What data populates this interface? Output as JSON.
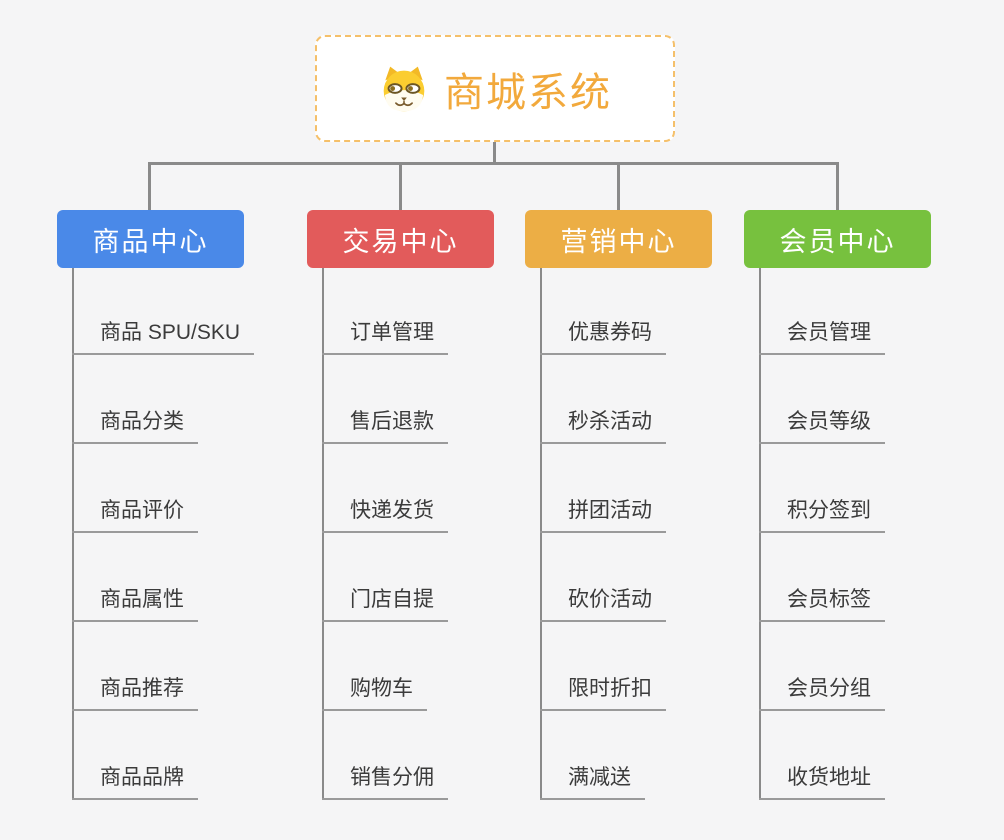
{
  "root": {
    "title": "商城系统",
    "icon": "dog-face-icon"
  },
  "branches": [
    {
      "label": "商品中心",
      "color": "#4a89e8",
      "items": [
        "商品 SPU/SKU",
        "商品分类",
        "商品评价",
        "商品属性",
        "商品推荐",
        "商品品牌"
      ]
    },
    {
      "label": "交易中心",
      "color": "#e25b5b",
      "items": [
        "订单管理",
        "售后退款",
        "快递发货",
        "门店自提",
        "购物车",
        "销售分佣"
      ]
    },
    {
      "label": "营销中心",
      "color": "#ecae45",
      "items": [
        "优惠券码",
        "秒杀活动",
        "拼团活动",
        "砍价活动",
        "限时折扣",
        "满减送"
      ]
    },
    {
      "label": "会员中心",
      "color": "#77c13e",
      "items": [
        "会员管理",
        "会员等级",
        "积分签到",
        "会员标签",
        "会员分组",
        "收货地址"
      ]
    }
  ],
  "colors": {
    "background": "#f5f5f6",
    "connector_line": "#8a8a8a",
    "item_underline": "#9a9a9a",
    "item_text": "#3b3b3b",
    "root_text": "#f2a93c",
    "root_border": "#f5c06a"
  }
}
